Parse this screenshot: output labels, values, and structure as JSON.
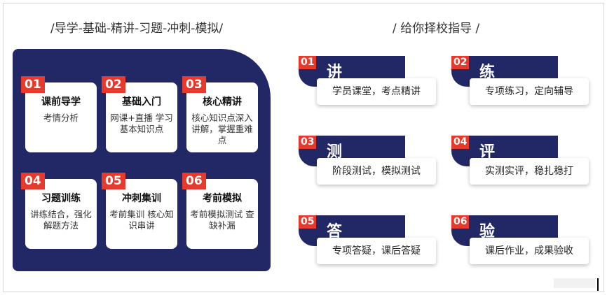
{
  "left_heading": "/导学-基础-精讲-习题-冲刺-模拟/",
  "right_heading": "/ 给你择校指导 /",
  "cards": [
    {
      "num": "01",
      "title": "课前导学",
      "desc": "考情分析"
    },
    {
      "num": "02",
      "title": "基础入门",
      "desc": "网课+直播 学习基本知识点"
    },
    {
      "num": "03",
      "title": "核心精讲",
      "desc": "核心知识点深入讲解，掌握重难点"
    },
    {
      "num": "04",
      "title": "习题训练",
      "desc": "讲练结合，强化解题方法"
    },
    {
      "num": "05",
      "title": "冲刺集训",
      "desc": "考前集训 核心知识串讲"
    },
    {
      "num": "06",
      "title": "考前模拟",
      "desc": "考前模拟测试 查缺补漏"
    }
  ],
  "items": [
    {
      "num": "01",
      "char": "讲",
      "text": "学员课堂，考点精讲"
    },
    {
      "num": "02",
      "char": "练",
      "text": "专项练习，定向辅导"
    },
    {
      "num": "03",
      "char": "测",
      "text": "阶段测试，模拟测试"
    },
    {
      "num": "04",
      "char": "评",
      "text": "实测实评，稳扎稳打"
    },
    {
      "num": "05",
      "char": "答",
      "text": "专项答疑，课后答疑"
    },
    {
      "num": "06",
      "char": "验",
      "text": "课后作业，成果验收"
    }
  ],
  "colors": {
    "navy": "#222766",
    "red": "#e53a2c"
  }
}
